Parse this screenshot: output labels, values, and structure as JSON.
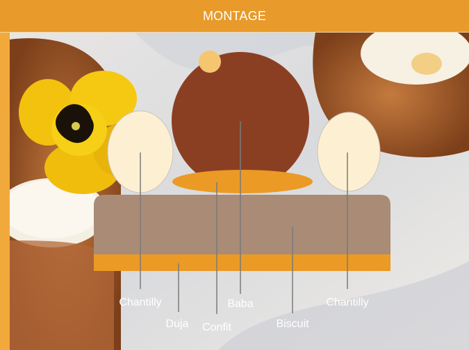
{
  "header": {
    "title": "MONTAGE"
  },
  "colors": {
    "frame": "#f2a93b",
    "header": "#e89a2a",
    "baba": "#8b3f22",
    "chantilly": "#fdf0d2",
    "confit": "#eb9a25",
    "biscuit": "#a98b76",
    "duja": "#eb9a25",
    "leader": "#7a7a7a"
  },
  "diagram": {
    "labels": {
      "chantilly_left": "Chantilly",
      "duja": "Duja",
      "confit": "Confit",
      "baba": "Baba",
      "biscuit": "Biscuit",
      "chantilly_right": "Chantilly"
    }
  }
}
